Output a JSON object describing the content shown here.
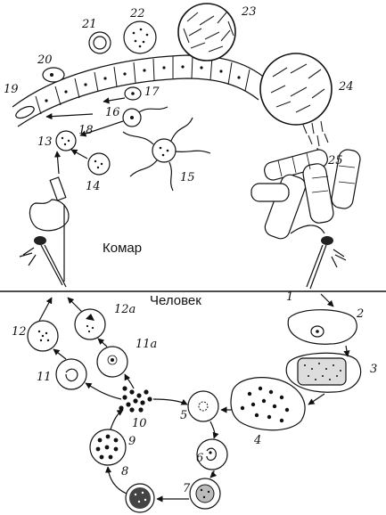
{
  "labels": {
    "mosquito": "Комар",
    "human": "Человек",
    "n1": "1",
    "n2": "2",
    "n3": "3",
    "n4": "4",
    "n5": "5",
    "n6": "6",
    "n7": "7",
    "n8": "8",
    "n9": "9",
    "n10": "10",
    "n11": "11",
    "n11a": "11a",
    "n12": "12",
    "n12a": "12a",
    "n13": "13",
    "n14": "14",
    "n15": "15",
    "n16": "16",
    "n17": "17",
    "n18": "18",
    "n19": "19",
    "n20": "20",
    "n21": "21",
    "n22": "22",
    "n23": "23",
    "n24": "24",
    "n25": "25"
  },
  "icons": {
    "mosquito_left": "mosquito-proboscis-icon",
    "mosquito_right": "mosquito-proboscis-icon"
  }
}
